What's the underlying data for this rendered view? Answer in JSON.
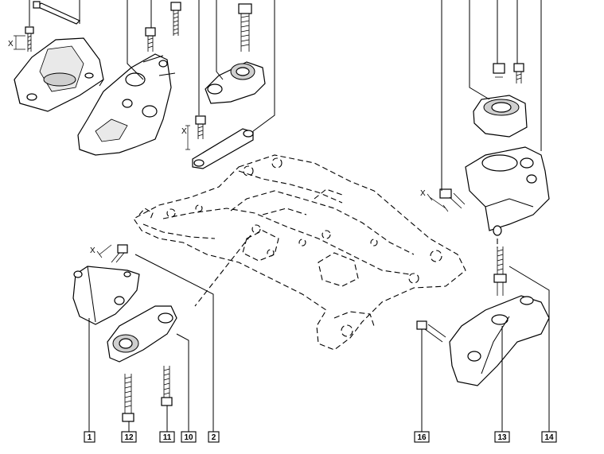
{
  "callouts": {
    "c1": "1",
    "c12": "12",
    "c11": "11",
    "c10": "10",
    "c2": "2",
    "c16": "16",
    "c13": "13",
    "c14": "14"
  },
  "dimension_labels": {
    "x_left_top": "X",
    "x_mid": "X",
    "x_left_lower": "X",
    "x_right": "X"
  }
}
